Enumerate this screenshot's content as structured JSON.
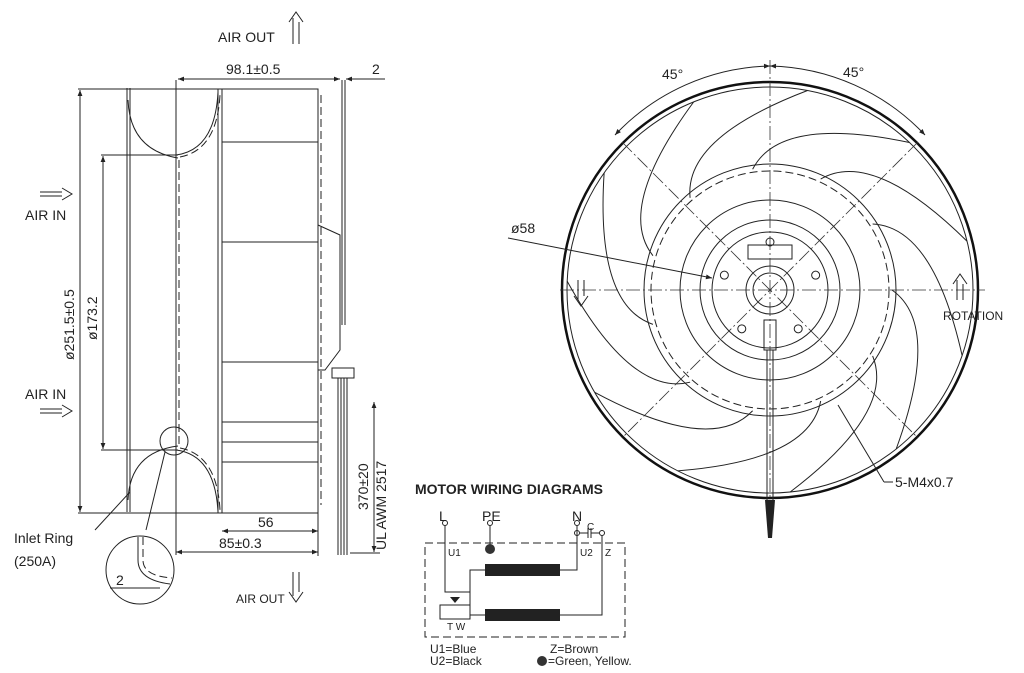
{
  "side_view": {
    "air_out_top": "AIR OUT",
    "air_out_bottom": "AIR OUT",
    "air_in_upper": "AIR IN",
    "air_in_lower": "AIR IN",
    "dim_width": "98.1±0.5",
    "dim_gap": "2",
    "dim_outer_diameter": "ø251.5±0.5",
    "dim_inlet_diameter": "ø173.2",
    "dim_56": "56",
    "dim_85": "85±0.3",
    "dim_cable_length": "370±20",
    "cable_spec": "UL AWM 2517",
    "inlet_ring_label": "Inlet Ring",
    "inlet_ring_size": "(250A)",
    "detail_dim": "2"
  },
  "front_view": {
    "angle_left": "45°",
    "angle_right": "45°",
    "hub_diameter": "ø58",
    "rotation_label": "ROTATION",
    "mounting_holes": "5-M4x0.7"
  },
  "wiring": {
    "title": "MOTOR WIRING DIAGRAMS",
    "terminal_l": "L",
    "terminal_pe": "PE",
    "terminal_n": "N",
    "capacitor": "C",
    "wire_u1": "U1",
    "wire_u2": "U2",
    "wire_z": "Z",
    "thermal": "T W",
    "legend": {
      "u1": "U1=Blue",
      "u2": "U2=Black",
      "z": "Z=Brown",
      "ground": "=Green, Yellow."
    }
  }
}
